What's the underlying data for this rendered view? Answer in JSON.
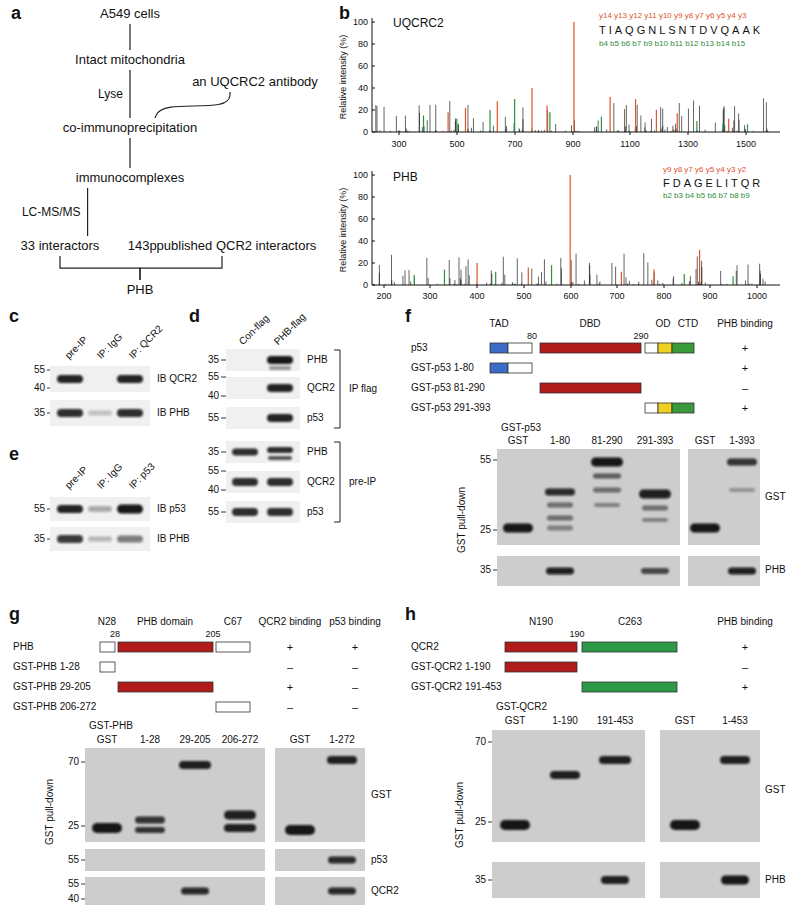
{
  "diagram": {
    "nodes": [
      {
        "text": [
          "A549 cells"
        ]
      },
      {
        "text": [
          "Intact mitochondria"
        ]
      },
      {
        "text": [
          "an UQCRC2 antibody"
        ]
      },
      {
        "text": [
          "co-immunoprecipitation"
        ]
      },
      {
        "text": [
          "immunocomplexes"
        ]
      },
      {
        "text": [
          "33 interactors"
        ]
      },
      {
        "text": [
          "143ppublished QCR2 interactors"
        ]
      },
      {
        "text": [
          "PHB"
        ]
      }
    ],
    "edges": [
      {
        "from": 0,
        "to": 1,
        "arrow": "none"
      },
      {
        "from": 1,
        "to": 3,
        "label": "Lyse",
        "arrow": "none"
      },
      {
        "from": 2,
        "to": 3,
        "arrow": "none"
      },
      {
        "from": 3,
        "to": 4,
        "arrow": "none"
      },
      {
        "from": 4,
        "to": 5,
        "label": "LC-MS/MS",
        "arrow": "none"
      },
      {
        "from": 5,
        "to": 7,
        "arrow": "none"
      },
      {
        "from": 6,
        "to": 7,
        "arrow": "none"
      }
    ],
    "labels": [
      "a",
      "b",
      "c",
      "d",
      "e",
      "f",
      "g",
      "h",
      "UQCRC2",
      "Relative intensity (%)",
      "100",
      "80",
      "60",
      "40",
      "20",
      "0",
      "300",
      "500",
      "700",
      "900",
      "1100",
      "1300",
      "1500",
      "y14 y13 y12 y11 y10 y9 y8 y7 y6 y5 y4 y3",
      "TIAQGNLSNTDVQAAK",
      "b4 b5 b6 b7 b9 b10 b11 b12 b13 b14 b15",
      "PHB",
      "Relative intensity (%)",
      "100",
      "80",
      "60",
      "40",
      "20",
      "0",
      "200",
      "300",
      "400",
      "500",
      "600",
      "700",
      "800",
      "900",
      "1000",
      "y9 y8 y7 y6 y5 y4 y3 y2",
      "FDAGELITQR",
      "b2 b3 b4 b5 b6 b7 b8 b9",
      "pre-IP",
      "IP: IgG",
      "IP: QCR2",
      "55",
      "40",
      "35",
      "IB QCR2",
      "IB PHB",
      "Con-flag",
      "PHB-flag",
      "35",
      "55",
      "40",
      "55",
      "35",
      "55",
      "40",
      "55",
      "PHB",
      "QCR2",
      "p53",
      "PHB",
      "QCR2",
      "p53",
      "IP flag",
      "pre-IP",
      "pre-IP",
      "IP: IgG",
      "IP: p53",
      "55",
      "35",
      "IB p53",
      "IB PHB",
      "TAD",
      "DBD",
      "OD",
      "CTD",
      "PHB binding",
      "80",
      "290",
      "p53",
      "+",
      "GST-p53 1-80",
      "+",
      "GST-p53 81-290",
      "–",
      "GST-p53 291-393",
      "+",
      "GST-p53",
      "GST",
      "1-80",
      "81-290",
      "291-393",
      "GST",
      "1-393",
      "55",
      "25",
      "35",
      "GST",
      "PHB",
      "GST pull-down",
      "N28",
      "PHB domain",
      "C67",
      "QCR2 binding",
      "p53 binding",
      "28",
      "205",
      "PHB",
      "+",
      "+",
      "GST-PHB 1-28",
      "–",
      "–",
      "GST-PHB 29-205",
      "+",
      "–",
      "GST-PHB 206-272",
      "–",
      "–",
      "GST-PHB",
      "GST",
      "1-28",
      "29-205",
      "206-272",
      "GST",
      "1-272",
      "70",
      "25",
      "55",
      "55",
      "40",
      "GST",
      "p53",
      "QCR2",
      "GST pull-down",
      "N190",
      "C263",
      "PHB binding",
      "190",
      "QCR2",
      "+",
      "GST-QCR2 1-190",
      "–",
      "GST-QCR2 191-453",
      "+",
      "GST-QCR2",
      "GST",
      "1-190",
      "191-453",
      "GST",
      "1-453",
      "70",
      "25",
      "35",
      "GST",
      "PHB",
      "GST pull-down"
    ]
  }
}
